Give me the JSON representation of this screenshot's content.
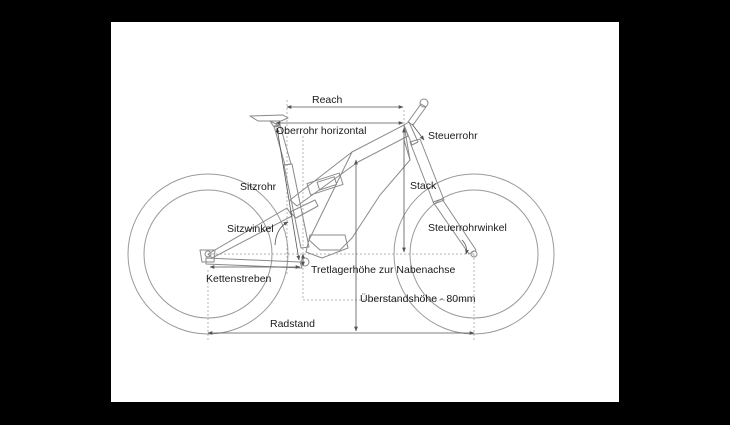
{
  "colors": {
    "background": "#000000",
    "panel": "#ffffff",
    "line": "#8a8a8a",
    "dimension": "#555555",
    "text": "#1a1a1a"
  },
  "labels": {
    "reach": "Reach",
    "oberrohr": "Oberrohr horizontal",
    "steuerrohr": "Steuerrohr",
    "sitzrohr": "Sitzrohr",
    "stack": "Stack",
    "sitzwinkel": "Sitzwinkel",
    "steuerrohrwinkel": "Steuerrohrwinkel",
    "tretlager": "Tretlagerhöhe zur Nabenachse",
    "kettenstreben": "Kettenstreben",
    "ueberstand": "Überstandshöhe - 80mm",
    "radstand": "Radstand"
  }
}
